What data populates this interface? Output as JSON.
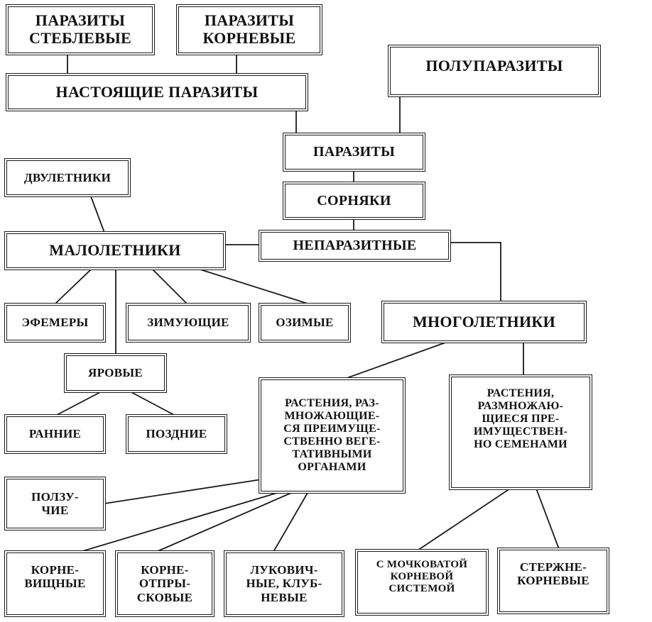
{
  "diagram": {
    "title": "",
    "nodes": {
      "stem_parasites": "ПАРАЗИТЫ\nСТЕБЛЕВЫЕ",
      "root_parasites": "ПАРАЗИТЫ\nКОРНЕВЫЕ",
      "true_parasites": "НАСТОЯЩИЕ ПАРАЗИТЫ",
      "semi_parasites": "ПОЛУПАРАЗИТЫ",
      "parasites": "ПАРАЗИТЫ",
      "weeds": "СОРНЯКИ",
      "biennials": "ДВУЛЕТНИКИ",
      "annuals": "МАЛОЛЕТНИКИ",
      "non_parasitic": "НЕПАРАЗИТНЫЕ",
      "ephemers": "ЭФЕМЕРЫ",
      "wintering": "ЗИМУЮЩИЕ",
      "winter": "ОЗИМЫЕ",
      "perennials": "МНОГОЛЕТНИКИ",
      "spring": "ЯРОВЫЕ",
      "early": "РАННИЕ",
      "late": "ПОЗДНИЕ",
      "vegetative": "РАСТЕНИЯ, РАЗ-\nМНОЖАЮЩИЕ-\nСЯ ПРЕИМУЩЕ-\nСТВЕННО ВЕГЕ-\nТАТИВНЫМИ\nОРГАНАМИ",
      "seed": "РАСТЕНИЯ,\nРАЗМНОЖАЮ-\nЩИЕСЯ ПРЕ-\nИМУЩЕСТВЕН-\nНО СЕМЕНАМИ",
      "creeping": "ПОЛЗУ-\nЧИЕ",
      "rhizome": "КОРНЕ-\nВИЩНЫЕ",
      "root_sprout": "КОРНЕ-\nОТПРЫ-\nСКОВЫЕ",
      "bulb_tuber": "ЛУКОВИЧ-\nНЫЕ, КЛУБ-\nНЕВЫЕ",
      "fibrous_root": "С МОЧКОВАТОЙ\nКОРНЕВОЙ\nСИСТЕМОЙ",
      "taproot": "СТЕРЖНЕ-\nКОРНЕВЫЕ"
    },
    "edges": [
      [
        "stem_parasites",
        "true_parasites"
      ],
      [
        "root_parasites",
        "true_parasites"
      ],
      [
        "true_parasites",
        "parasites"
      ],
      [
        "semi_parasites",
        "parasites"
      ],
      [
        "parasites",
        "weeds"
      ],
      [
        "weeds",
        "non_parasitic"
      ],
      [
        "non_parasitic",
        "annuals"
      ],
      [
        "non_parasitic",
        "perennials"
      ],
      [
        "biennials",
        "annuals"
      ],
      [
        "annuals",
        "ephemers"
      ],
      [
        "annuals",
        "wintering"
      ],
      [
        "annuals",
        "winter"
      ],
      [
        "annuals",
        "spring"
      ],
      [
        "spring",
        "early"
      ],
      [
        "spring",
        "late"
      ],
      [
        "perennials",
        "vegetative"
      ],
      [
        "perennials",
        "seed"
      ],
      [
        "vegetative",
        "creeping"
      ],
      [
        "vegetative",
        "rhizome"
      ],
      [
        "vegetative",
        "root_sprout"
      ],
      [
        "vegetative",
        "bulb_tuber"
      ],
      [
        "seed",
        "fibrous_root"
      ],
      [
        "seed",
        "taproot"
      ]
    ]
  }
}
